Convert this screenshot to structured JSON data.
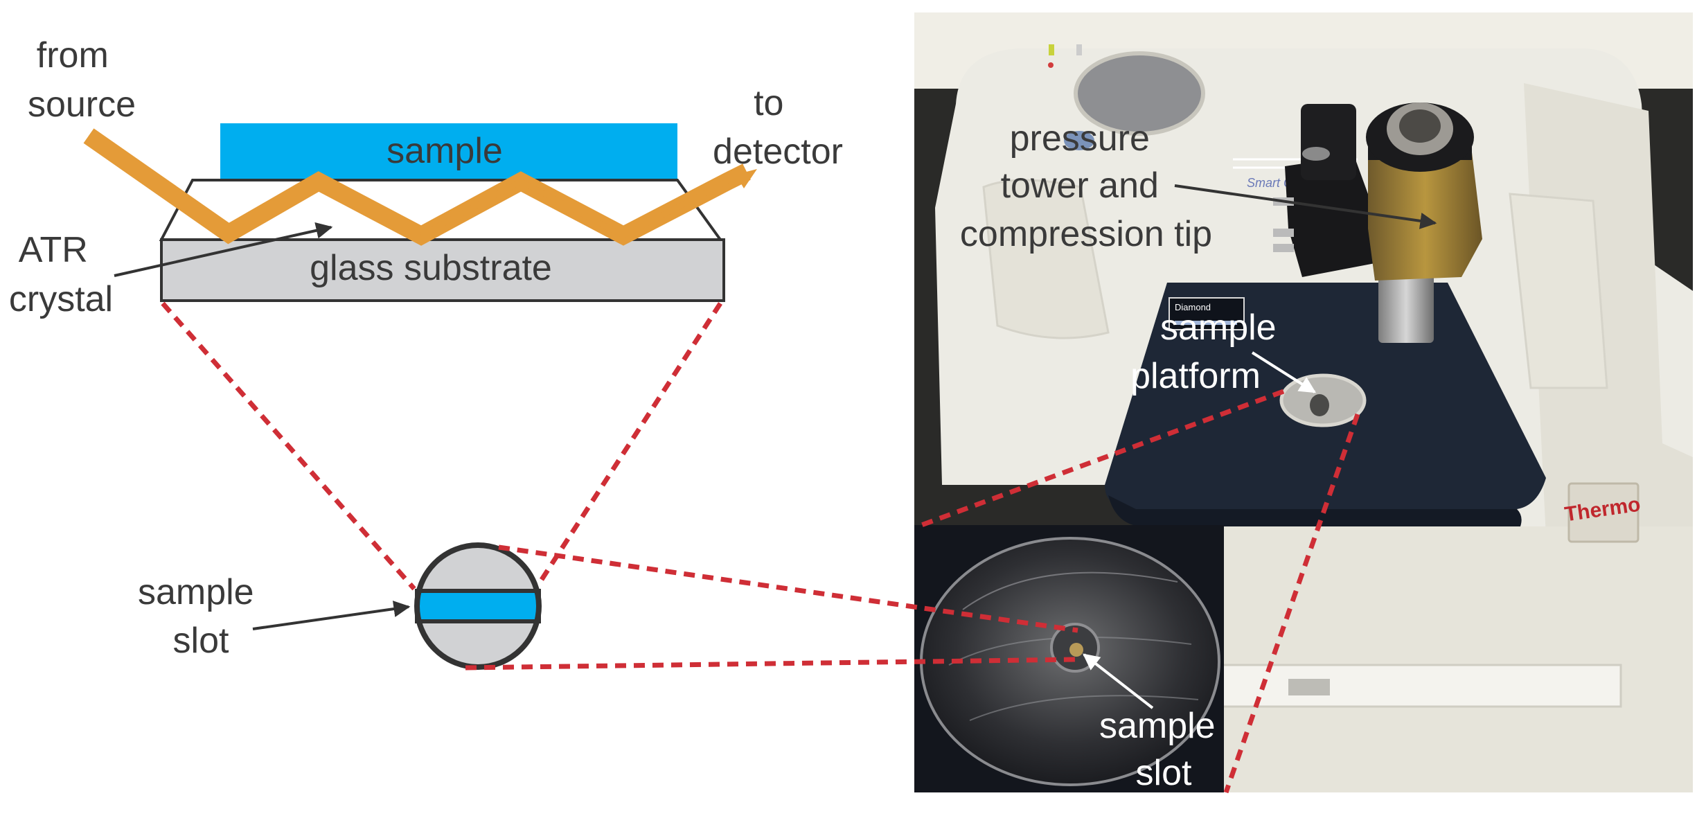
{
  "diagram": {
    "labels": {
      "from_source": [
        "from",
        "source"
      ],
      "to_detector": [
        "to",
        "detector"
      ],
      "sample": "sample",
      "glass_substrate": "glass substrate",
      "atr_crystal": [
        "ATR",
        "crystal"
      ],
      "sample_slot_left": [
        "sample",
        "slot"
      ]
    }
  },
  "photo": {
    "labels": {
      "pressure_tower": [
        "pressure",
        "tower and",
        "compression tip"
      ],
      "sample_platform": [
        "sample",
        "platform"
      ],
      "sample_slot_inset": [
        "sample",
        "slot"
      ]
    },
    "instrument_text": {
      "brand": "Thermo",
      "module": "Smart Orbit",
      "plate_label": "Diamond"
    }
  },
  "colors": {
    "sample_blue": "#00aeef",
    "beam_orange": "#e49b38",
    "glass_gray": "#d1d2d4",
    "outline": "#333333",
    "dashed_red": "#cf2e36",
    "instrument_beige": "#ecebe4",
    "platform_navy": "#1e2736"
  }
}
